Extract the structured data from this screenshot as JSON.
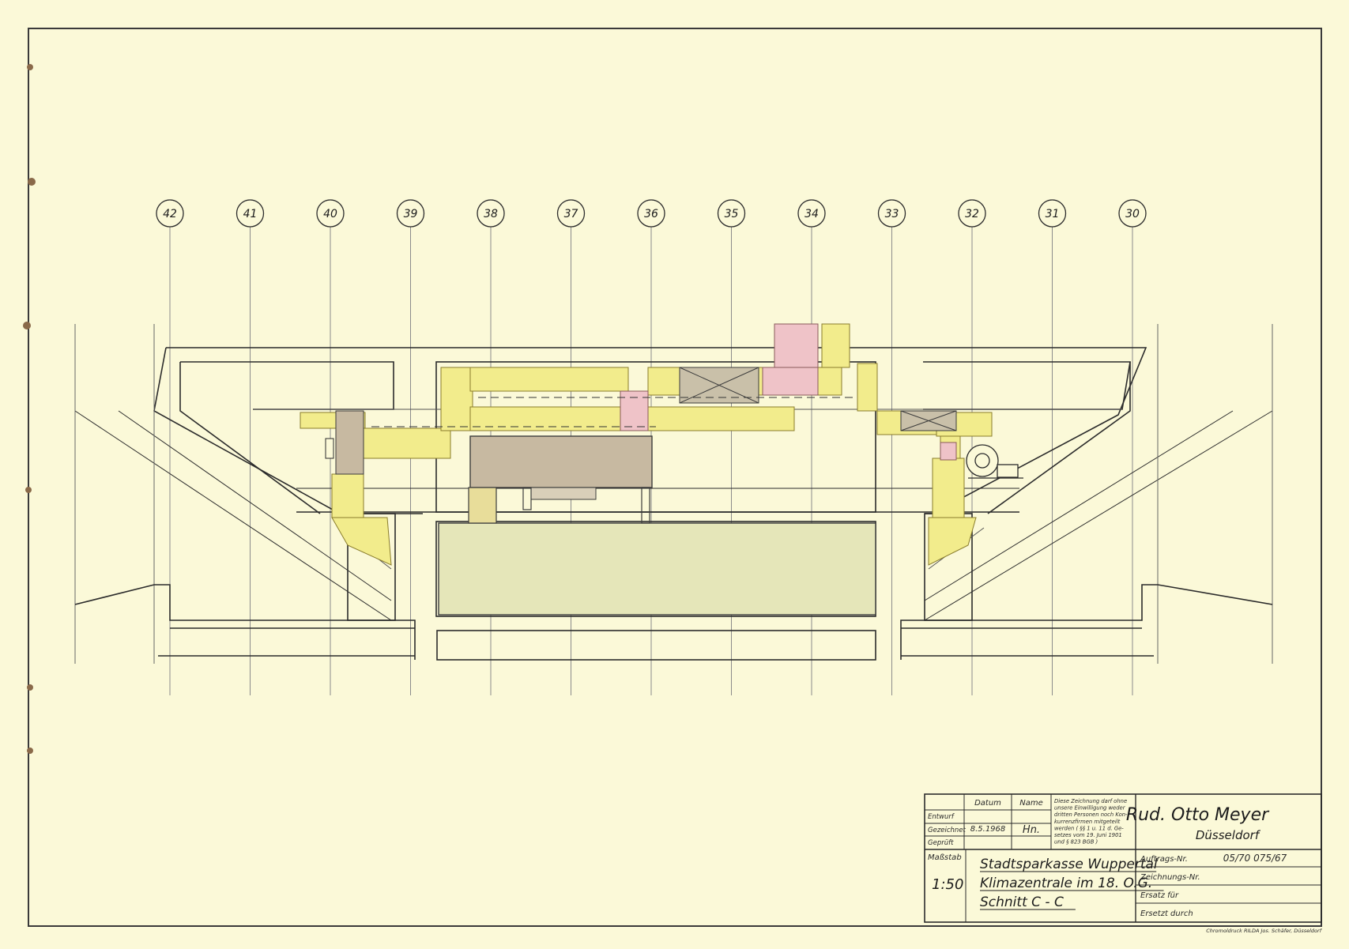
{
  "axes": [
    "42",
    "41",
    "40",
    "39",
    "38",
    "37",
    "36",
    "35",
    "34",
    "33",
    "32",
    "31",
    "30"
  ],
  "title_block": {
    "col_datum": "Datum",
    "col_name": "Name",
    "row_entwurf": "Entwurf",
    "row_gezeichnet": "Gezeichnet",
    "row_geprueft": "Geprüft",
    "date_drawn": "8.5.1968",
    "initials": "Hn.",
    "notice_lines": [
      "Diese Zeichnung darf ohne",
      "unsere Einwilligung weder",
      "dritten Personen noch Kon-",
      "kurrenzfirmen mitgeteilt",
      "werden ( §§ 1 u. 11 d. Ge-",
      "setzes vom 19. Juni 1901",
      "und § 823 BGB )"
    ],
    "company_name": "Rud. Otto Meyer",
    "company_city": "Düsseldorf",
    "scale_label": "Maßstab",
    "scale_value": "1:50",
    "project_lines": [
      "Stadtsparkasse Wuppertal",
      "Klimazentrale im 18. O.G.",
      "Schnitt C - C"
    ],
    "auftrag_label": "Auftrags-Nr.",
    "auftrag_value": "05/70 075/67",
    "zeichnung_label": "Zeichnungs-Nr.",
    "ersatz_fuer_label": "Ersatz für",
    "ersetzt_durch_label": "Ersetzt durch"
  },
  "printer_note": "Chromoldruck RILDA Jos. Schäfer, Düsseldorf",
  "colors": {
    "paper": "#fbf9d8",
    "ink": "#2b2b2b",
    "duct_yellow": "#f2ec8c",
    "duct_pink": "#efc3c8",
    "unit_brown": "#c7b9a1",
    "unit_green": "#e5e6b9",
    "plenum_grey": "#d9cfb9"
  }
}
